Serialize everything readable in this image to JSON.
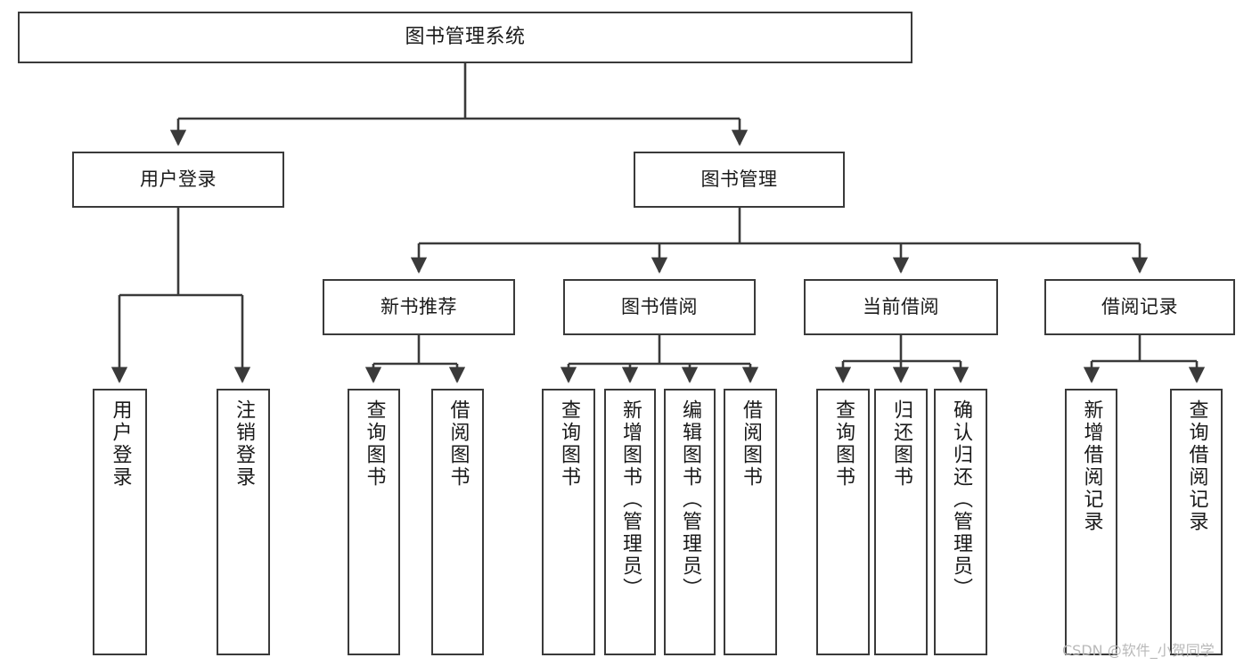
{
  "diagram": {
    "title": "图书管理系统",
    "type": "tree-hierarchy-diagram",
    "colors": {
      "box_border": "#3a3a3a",
      "box_fill": "#ffffff",
      "edge": "#3a3a3a",
      "text": "#1a1a1a",
      "watermark": "#b9b9b9",
      "background": "#ffffff"
    },
    "watermark": "CSDN @软件_小贺同学",
    "nodes": {
      "root": {
        "label": "图书管理系统"
      },
      "level2": [
        {
          "label": "用户登录"
        },
        {
          "label": "图书管理"
        }
      ],
      "level3": [
        {
          "label": "新书推荐"
        },
        {
          "label": "图书借阅"
        },
        {
          "label": "当前借阅"
        },
        {
          "label": "借阅记录"
        }
      ],
      "leaves_user_login": [
        {
          "label": "用户登录"
        },
        {
          "label": "注销登录"
        }
      ],
      "leaves_new_book": [
        {
          "label": "查询图书"
        },
        {
          "label": "借阅图书"
        }
      ],
      "leaves_borrow": [
        {
          "label": "查询图书"
        },
        {
          "label": "新增图书（管理员）"
        },
        {
          "label": "编辑图书（管理员）"
        },
        {
          "label": "借阅图书"
        }
      ],
      "leaves_current": [
        {
          "label": "查询图书"
        },
        {
          "label": "归还图书"
        },
        {
          "label": "确认归还（管理员）"
        }
      ],
      "leaves_records": [
        {
          "label": "新增借阅记录"
        },
        {
          "label": "查询借阅记录"
        }
      ]
    }
  }
}
